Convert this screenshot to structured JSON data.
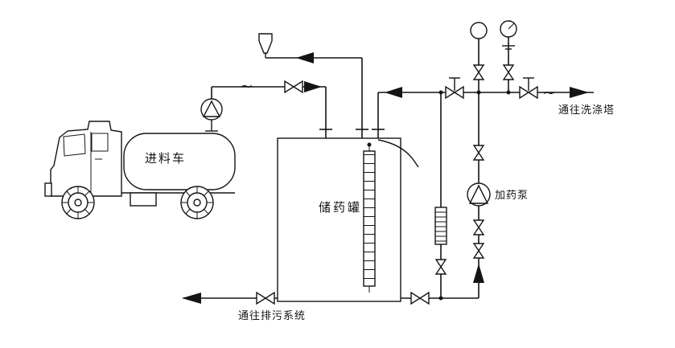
{
  "diagram": {
    "type": "piping-schematic",
    "background_color": "#ffffff",
    "line_color": "#141414",
    "labels": {
      "feed_truck": "进料车",
      "storage_tank": "储药罐",
      "dosing_pump": "加药泵",
      "to_scrubber": "通往洗涤塔",
      "to_drain_system": "通往排污系统"
    },
    "symbols": {
      "flex_connector": "~"
    },
    "components": [
      {
        "name": "feed-truck",
        "label": "进料车"
      },
      {
        "name": "truck-unloading-pump"
      },
      {
        "name": "funnel-vent"
      },
      {
        "name": "storage-tank",
        "label": "储药罐"
      },
      {
        "name": "tank-level-gauge"
      },
      {
        "name": "overflow-bend-pipe"
      },
      {
        "name": "pressure-gauge"
      },
      {
        "name": "pressure-gauge-with-needle"
      },
      {
        "name": "dosing-pump",
        "label": "加药泵"
      },
      {
        "name": "calibration-flow-column"
      },
      {
        "name": "valves",
        "count": 11
      },
      {
        "name": "flow-arrows",
        "count": 6
      }
    ]
  }
}
